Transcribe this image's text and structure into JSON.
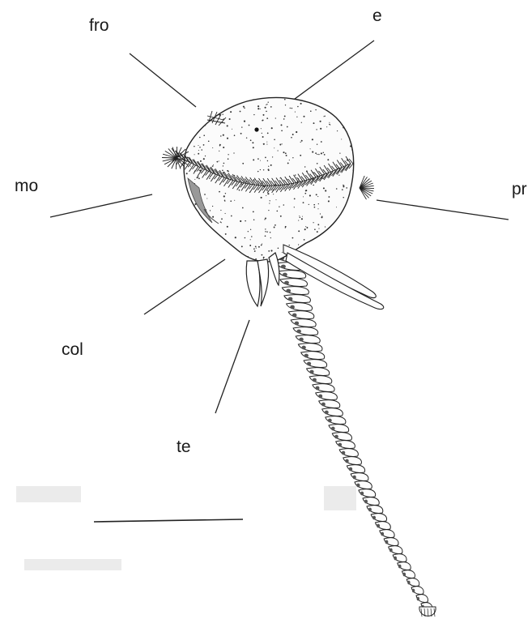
{
  "labels": {
    "fro": "fro",
    "e": "e",
    "mo": "mo",
    "pr": "pr",
    "col": "col",
    "te": "te"
  },
  "colors": {
    "ink": "#1a1a1a",
    "paper": "#ffffff",
    "smudge": "#9a9a9a"
  }
}
